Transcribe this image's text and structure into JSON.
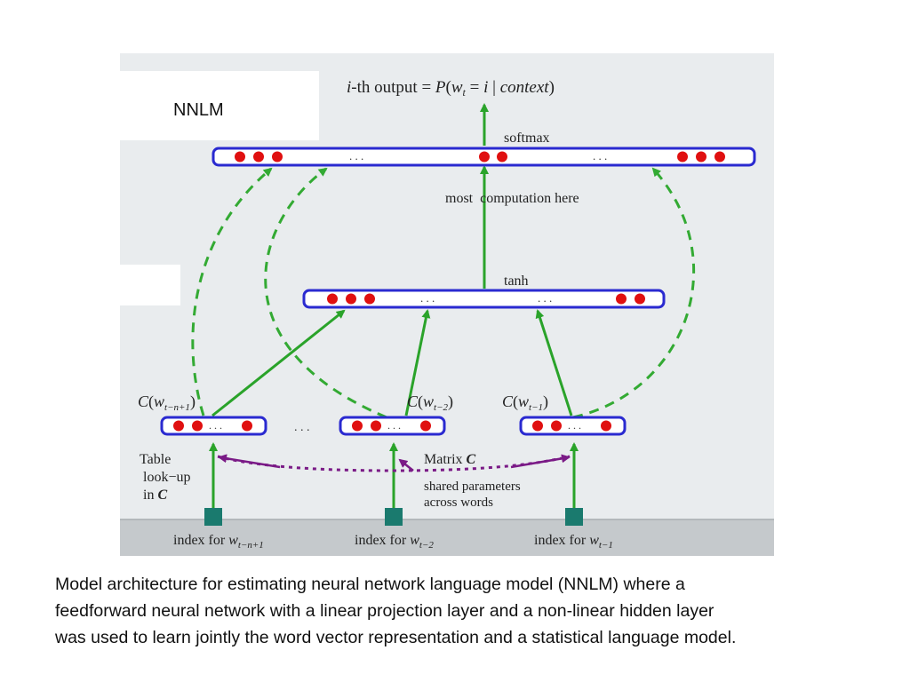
{
  "slide": {
    "overlay_label": "NNLM",
    "caption_lines": [
      "Model architecture for estimating neural network language model (NNLM) where a",
      "feedforward neural network with a linear projection layer and a non-linear hidden layer",
      "was used to learn jointly the word vector representation and a statistical language model."
    ]
  },
  "diagram": {
    "output_label": {
      "prefix": "i",
      "rest": "-th output = ",
      "p": "P",
      "open": "(",
      "w": "w",
      "w_sub": "t",
      "eq": " = ",
      "i": "i",
      "bar": " | ",
      "context": "context",
      "close": ")"
    },
    "softmax_label": "softmax",
    "middle_label": "most  computation here",
    "tanh_label": "tanh",
    "ellipsis": ". . .",
    "context_labels": {
      "n1": {
        "c": "C",
        "open": "(",
        "w": "w",
        "sub": "t−n+1",
        "close": ")"
      },
      "t2": {
        "c": "C",
        "open": "(",
        "w": "w",
        "sub": "t−2",
        "close": ")"
      },
      "t1": {
        "c": "C",
        "open": "(",
        "w": "w",
        "sub": "t−1",
        "close": ")"
      }
    },
    "table_lookup": {
      "line1": "Table",
      "line2": "look−up",
      "line3_prefix": "in ",
      "line3_var": "C"
    },
    "matrix_label": {
      "prefix": "Matrix ",
      "var": "C"
    },
    "shared_line1": "shared parameters",
    "shared_line2": "across words",
    "index_labels": {
      "n1": {
        "prefix": "index for ",
        "w": "w",
        "sub": "t−n+1"
      },
      "t2": {
        "prefix": "index for ",
        "w": "w",
        "sub": "t−2"
      },
      "t1": {
        "prefix": "index for ",
        "w": "w",
        "sub": "t−1"
      }
    },
    "colors": {
      "background": "#e9ecee",
      "box_border": "#2a2ad0",
      "node_fill": "#e01010",
      "arrow_green": "#2aa32a",
      "dashed_green": "#33aa33",
      "matrix_purple": "#7a1a86",
      "index_block": "#1a7a6e",
      "footer_band": "#c5c9cc"
    }
  }
}
